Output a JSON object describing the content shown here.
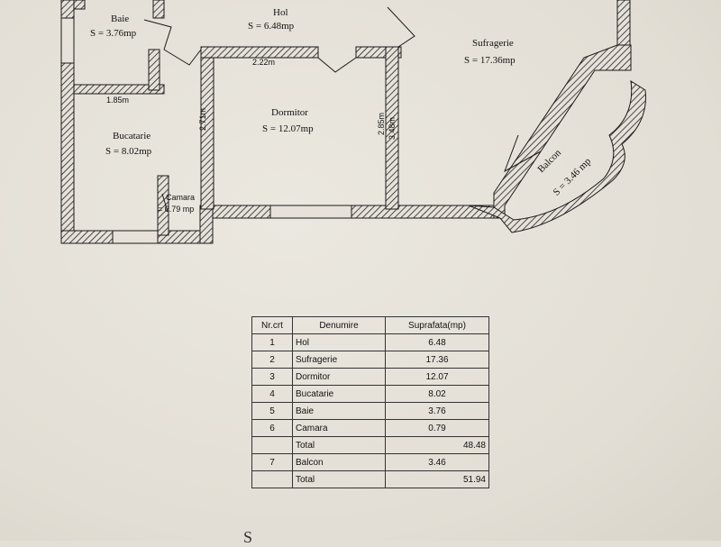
{
  "plan": {
    "rooms": [
      {
        "name": "Baie",
        "area": "S = 3.76mp"
      },
      {
        "name": "Hol",
        "area": "S = 6.48mp"
      },
      {
        "name": "Sufragerie",
        "area": "S = 17.36mp"
      },
      {
        "name": "Dormitor",
        "area": "S = 12.07mp"
      },
      {
        "name": "Bucatarie",
        "area": "S = 8.02mp"
      },
      {
        "name": "Camara",
        "area": "= 0.79 mp"
      },
      {
        "name": "Balcon",
        "area": "S = 3.46 mp"
      }
    ],
    "dimensions": {
      "d1": "2.22m",
      "d2": "1.85m",
      "d3": "2.71m",
      "d4": "2.85m",
      "d5": "3.48m"
    },
    "wall_color": "#1a1a1a",
    "hatch_color": "#222222"
  },
  "table": {
    "headers": [
      "Nr.crt",
      "Denumire",
      "Suprafata(mp)"
    ],
    "rows": [
      [
        "1",
        "Hol",
        "6.48"
      ],
      [
        "2",
        "Sufragerie",
        "17.36"
      ],
      [
        "3",
        "Dormitor",
        "12.07"
      ],
      [
        "4",
        "Bucatarie",
        "8.02"
      ],
      [
        "5",
        "Baie",
        "3.76"
      ],
      [
        "6",
        "Camara",
        "0.79"
      ],
      [
        "",
        "Total",
        "48.48"
      ],
      [
        "7",
        "Balcon",
        "3.46"
      ],
      [
        "",
        "Total",
        "51.94"
      ]
    ]
  },
  "caption": "S"
}
